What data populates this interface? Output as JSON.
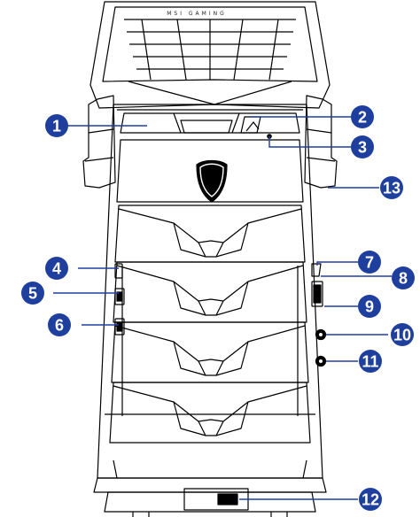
{
  "brand_text": "MSI GAMING",
  "colors": {
    "callout": "#1f3f9e",
    "line": "#000000",
    "connector": "#1f3f9e"
  },
  "callouts": [
    {
      "id": "1",
      "label": "1"
    },
    {
      "id": "2",
      "label": "2"
    },
    {
      "id": "3",
      "label": "3"
    },
    {
      "id": "4",
      "label": "4"
    },
    {
      "id": "5",
      "label": "5"
    },
    {
      "id": "6",
      "label": "6"
    },
    {
      "id": "7",
      "label": "7"
    },
    {
      "id": "8",
      "label": "8"
    },
    {
      "id": "9",
      "label": "9"
    },
    {
      "id": "10",
      "label": "10"
    },
    {
      "id": "11",
      "label": "11"
    },
    {
      "id": "12",
      "label": "12"
    },
    {
      "id": "13",
      "label": "13"
    }
  ]
}
